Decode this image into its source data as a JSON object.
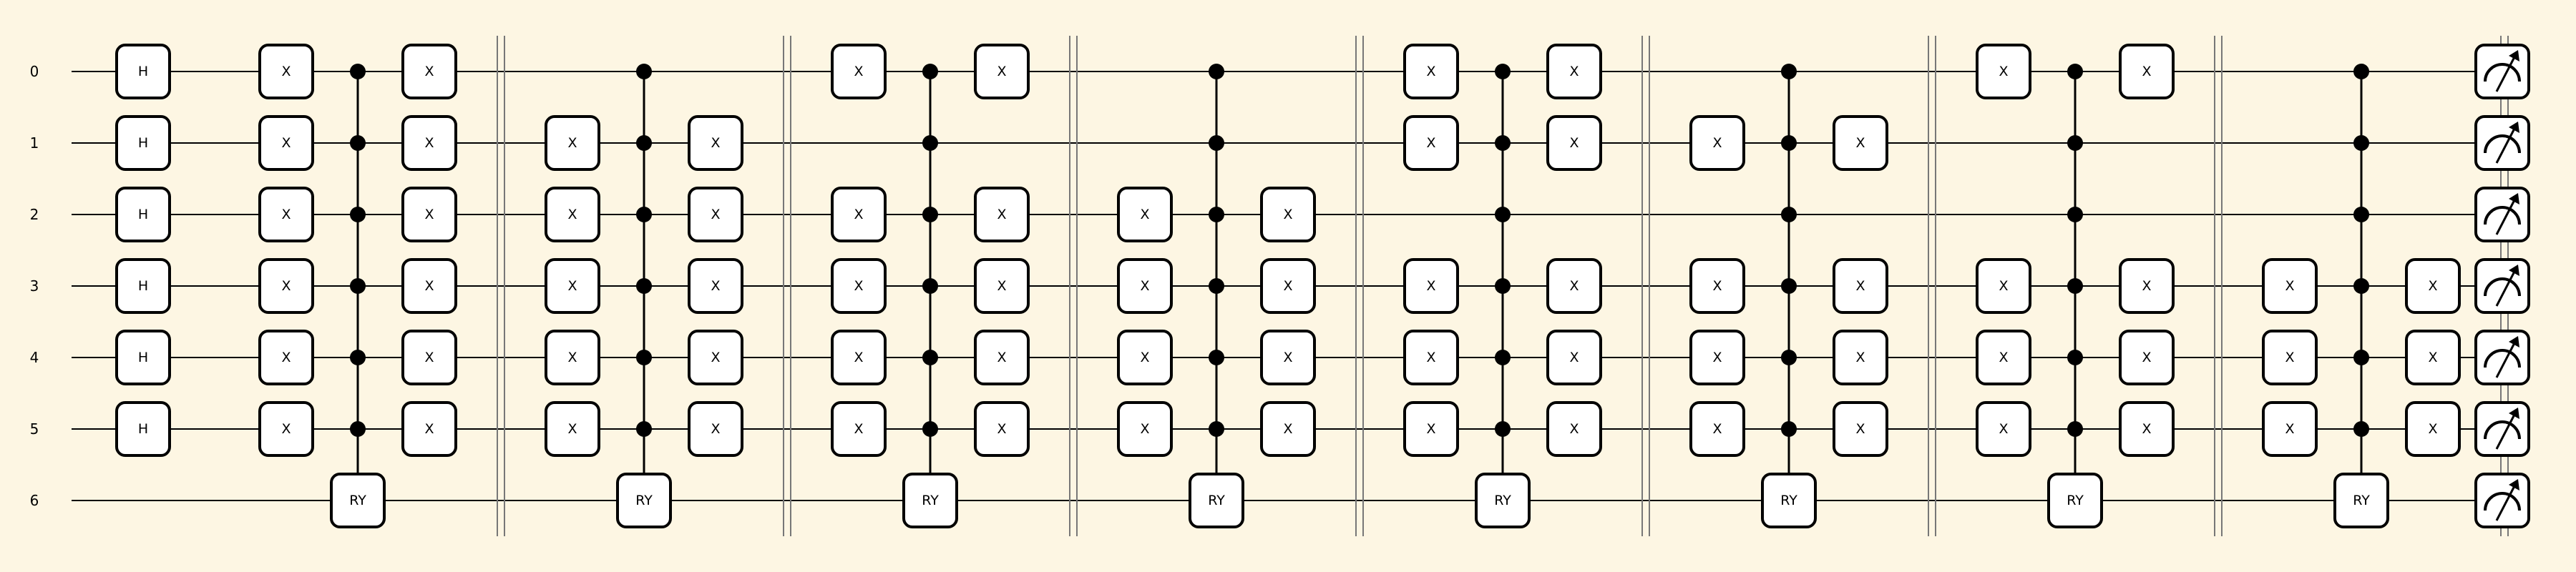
{
  "colors": {
    "background": "#fdf6e3",
    "gate_fill": "#ffffff",
    "stroke": "#000000",
    "barrier": "#777777"
  },
  "wires": [
    "0",
    "1",
    "2",
    "3",
    "4",
    "5",
    "6"
  ],
  "gate_labels": {
    "hadamard": "H",
    "pauli_x": "X",
    "rotation": "RY"
  },
  "initial_layer": {
    "h_wires": [
      0,
      1,
      2,
      3,
      4,
      5
    ]
  },
  "blocks": [
    {
      "x_wires": [
        0,
        1,
        2,
        3,
        4,
        5
      ]
    },
    {
      "x_wires": [
        1,
        2,
        3,
        4,
        5
      ]
    },
    {
      "x_wires": [
        0,
        2,
        3,
        4,
        5
      ]
    },
    {
      "x_wires": [
        2,
        3,
        4,
        5
      ]
    },
    {
      "x_wires": [
        0,
        1,
        3,
        4,
        5
      ]
    },
    {
      "x_wires": [
        1,
        3,
        4,
        5
      ]
    },
    {
      "x_wires": [
        0,
        3,
        4,
        5
      ]
    },
    {
      "x_wires": [
        3,
        4,
        5
      ]
    }
  ],
  "controlled_gate": {
    "controls": [
      0,
      1,
      2,
      3,
      4,
      5
    ],
    "target": 6,
    "label": "RY"
  },
  "measurement": {
    "wires": [
      0,
      1,
      2,
      3,
      4,
      5,
      6
    ],
    "icon": "measure-meter-icon"
  }
}
